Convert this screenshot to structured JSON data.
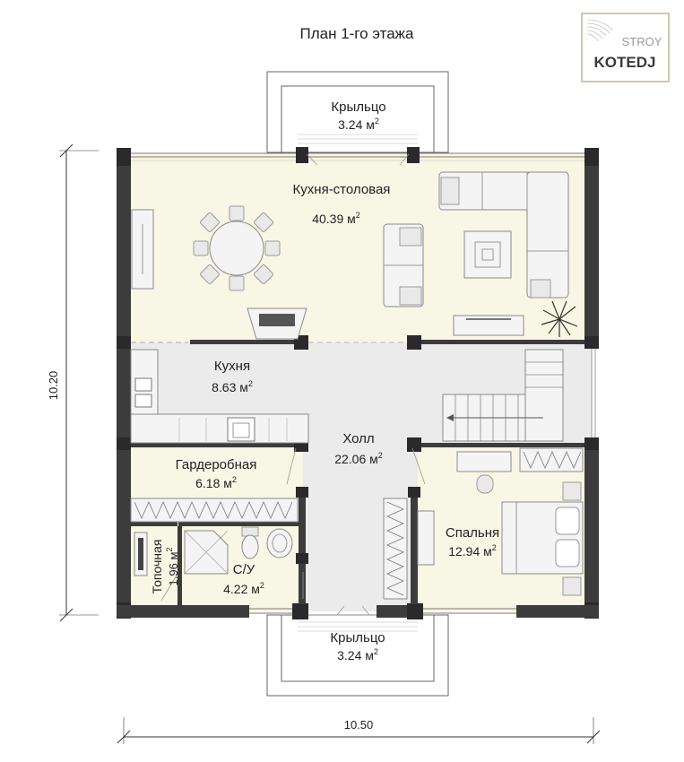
{
  "title": "План 1-го этажа",
  "logo": {
    "line1": "STROY",
    "line2": "KOTEDJ"
  },
  "dimensions": {
    "height": "10.20",
    "width": "10.50"
  },
  "rooms": [
    {
      "id": "porch-top",
      "name": "Крыльцо",
      "area": "3.24 м",
      "sup": "2"
    },
    {
      "id": "kitchen-dining",
      "name": "Кухня-столовая",
      "area": "40.39 м",
      "sup": "2"
    },
    {
      "id": "kitchen",
      "name": "Кухня",
      "area": "8.63 м",
      "sup": "2"
    },
    {
      "id": "hall",
      "name": "Холл",
      "area": "22.06 м",
      "sup": "2"
    },
    {
      "id": "wardrobe",
      "name": "Гардеробная",
      "area": "6.18 м",
      "sup": "2"
    },
    {
      "id": "bedroom",
      "name": "Спальня",
      "area": "12.94 м",
      "sup": "2"
    },
    {
      "id": "bathroom",
      "name": "С/У",
      "area": "4.22 м",
      "sup": "2"
    },
    {
      "id": "boiler",
      "name": "Топочная",
      "area": "1.96 м",
      "sup": "2"
    },
    {
      "id": "porch-bottom",
      "name": "Крыльцо",
      "area": "3.24 м",
      "sup": "2"
    }
  ]
}
